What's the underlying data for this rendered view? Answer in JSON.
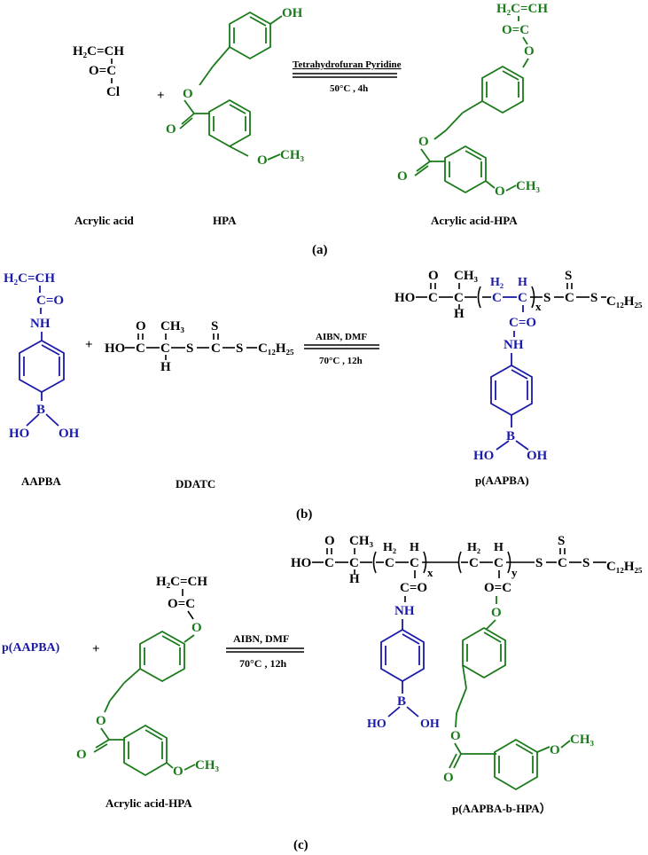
{
  "colors": {
    "black": "#000000",
    "green": "#1a7a1a",
    "blue": "#1a1aa8"
  },
  "panel_a": {
    "acryloyl": {
      "top": "H₂C=CH",
      "mid": "O=C",
      "bottom": "Cl",
      "caption": "Acrylic acid"
    },
    "plus": "+",
    "hpa": {
      "oh": "OH",
      "o_ester": "O",
      "o_carbonyl": "O",
      "ome": "O",
      "ch3": "CH₃",
      "caption": "HPA"
    },
    "conditions_top": "Tetrahydrofuran Pyridine",
    "conditions_bottom": "50°C , 4h",
    "product": {
      "top": "H₂C=CH",
      "mid": "O=C",
      "o_link": "O",
      "o_ester": "O",
      "o_carbonyl": "O",
      "ome": "O",
      "ch3": "CH₃",
      "caption": "Acrylic acid-HPA"
    },
    "label": "(a)"
  },
  "panel_b": {
    "aapba": {
      "top": "H₂C=CH",
      "mid": "C=O",
      "nh": "NH",
      "b": "B",
      "ho": "HO",
      "oh": "OH",
      "caption": "AAPBA"
    },
    "plus": "+",
    "ddatc": {
      "o": "O",
      "ch3": "CH₃",
      "ho": "HO",
      "c1": "C",
      "c2": "C",
      "h": "H",
      "s1": "S",
      "s_thione": "S",
      "c3": "C",
      "s2": "S",
      "r": "C₁₂H₂₅",
      "caption": "DDATC"
    },
    "conditions_top": "AIBN,  DMF",
    "conditions_bottom": "70°C , 12h",
    "product": {
      "o": "O",
      "ch3": "CH₃",
      "ho": "HO",
      "c1": "C",
      "c2": "C",
      "h": "H",
      "h2": "H₂",
      "c3": "C",
      "c4": "C",
      "h_b": "H",
      "x": "x",
      "s1": "S",
      "s_thione": "S",
      "c5": "C",
      "s2": "S",
      "r": "C₁₂H₂₅",
      "co": "C=O",
      "nh": "NH",
      "b": "B",
      "ho_b": "HO",
      "oh_b": "OH",
      "caption": "p(AAPBA)"
    },
    "label": "(b)"
  },
  "panel_c": {
    "reagent": "p(AAPBA)",
    "plus": "+",
    "monomer": {
      "top": "H₂C=CH",
      "mid": "O=C",
      "o_link": "O",
      "o_ester": "O",
      "o_carbonyl": "O",
      "ome": "O",
      "ch3": "CH₃",
      "caption": "Acrylic acid-HPA"
    },
    "conditions_top": "AIBN,  DMF",
    "conditions_bottom": "70°C , 12h",
    "product": {
      "o": "O",
      "ch3": "CH₃",
      "ho": "HO",
      "c1": "C",
      "c2": "C",
      "h": "H",
      "h2a": "H₂",
      "c3": "C",
      "c4": "C",
      "ha": "H",
      "x": "x",
      "h2b": "H₂",
      "c5": "C",
      "c6": "C",
      "hb": "H",
      "y": "y",
      "s1": "S",
      "s_thione": "S",
      "c7": "C",
      "s2": "S",
      "r": "C₁₂H₂₅",
      "co1": "C=O",
      "nh": "NH",
      "b": "B",
      "ho_b": "HO",
      "oh_b": "OH",
      "co2": "O=C",
      "o_link": "O",
      "o_ester": "O",
      "o_carbonyl": "O",
      "ome": "O",
      "ch3_b": "CH₃",
      "caption": "p(AAPBA-b-HPA）"
    },
    "label": "(c)"
  }
}
